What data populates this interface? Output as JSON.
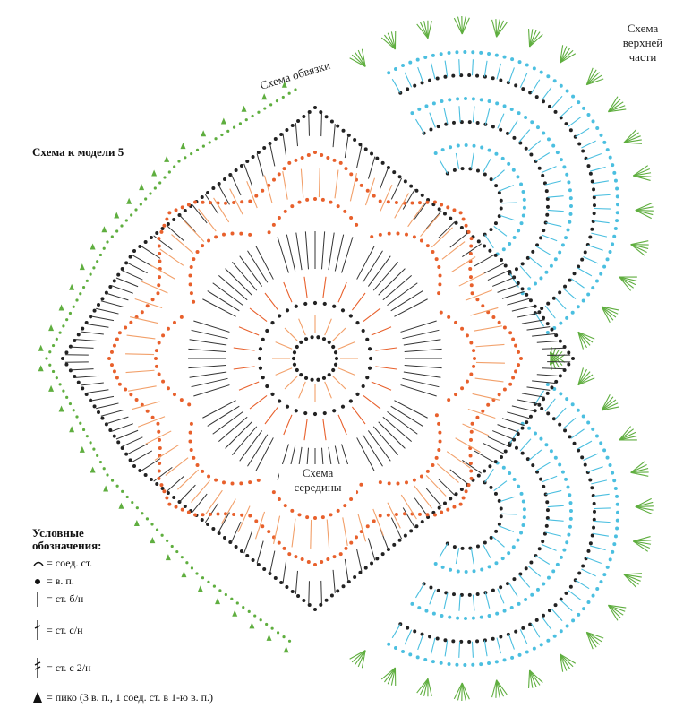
{
  "labels": {
    "title": "Схема к модели 5",
    "trim": "Схема обвязки",
    "top_line1": "Схема",
    "top_line2": "верхней",
    "top_line3": "части",
    "middle_line1": "Схема",
    "middle_line2": "середины"
  },
  "legend": {
    "heading_line1": "Условные",
    "heading_line2": "обозначения:",
    "items": [
      {
        "symbol": "slip-stitch",
        "text": "= соед. ст."
      },
      {
        "symbol": "chain",
        "text": "= в. п."
      },
      {
        "symbol": "single-crochet",
        "text": "= ст. б/н"
      },
      {
        "symbol": "double-crochet",
        "text": "= ст. с/н"
      },
      {
        "symbol": "treble-crochet",
        "text": "= ст. с 2/н"
      },
      {
        "symbol": "picot",
        "text": "= пико (3 в. п., 1 соед. ст. в 1-ю в. п.)"
      }
    ]
  },
  "colors": {
    "center": "#e8602c",
    "center_light": "#f2a06a",
    "body": "#222222",
    "top_part": "#4bbfe0",
    "trim": "#5fae3f"
  }
}
